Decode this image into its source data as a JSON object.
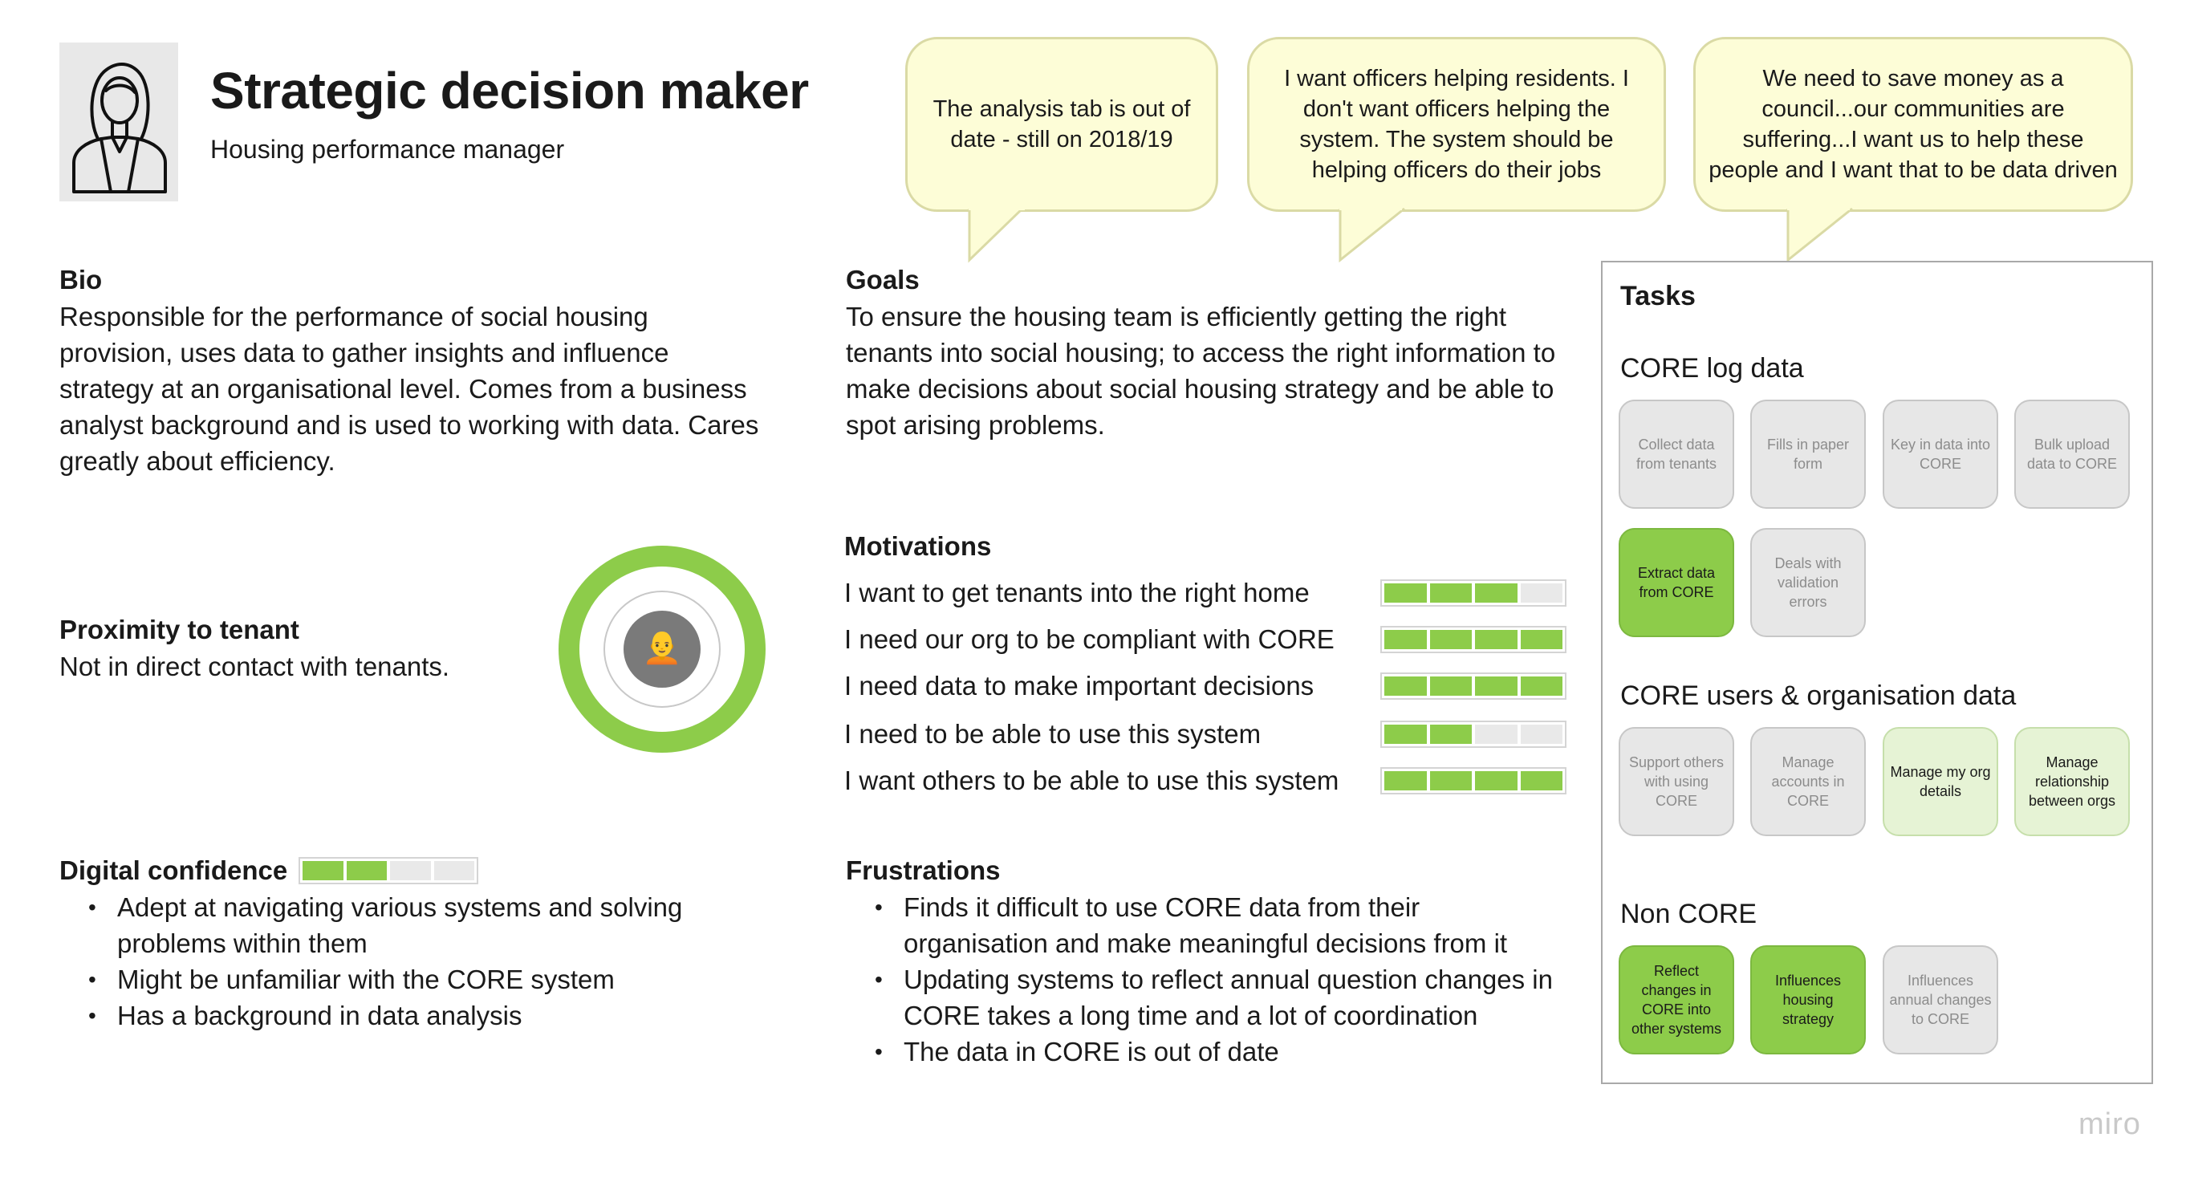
{
  "persona": {
    "title": "Strategic decision maker",
    "role": "Housing performance manager",
    "avatar_icon": "woman-avatar-icon"
  },
  "bubbles": [
    {
      "text": "The analysis tab is out of date - still on 2018/19"
    },
    {
      "text": "I want officers helping residents. I don't want officers helping the system. The system should be helping officers do their jobs"
    },
    {
      "text": "We need to save money as a council...our communities are suffering...I want us to help these people and I want that to be data driven"
    }
  ],
  "bio": {
    "heading": "Bio",
    "text": "Responsible for the performance of social housing provision, uses data to gather insights and influence strategy at an organisational level. Comes from a business analyst background and is used to working with data. Cares greatly about efficiency."
  },
  "goals": {
    "heading": "Goals",
    "text": "To ensure the housing team is efficiently getting the right tenants into social housing; to access the right information to make decisions about social housing strategy and be able to spot arising problems."
  },
  "proximity": {
    "heading": "Proximity to tenant",
    "text": "Not in direct contact with tenants.",
    "center_icon": "person-emoji-icon",
    "center_glyph": "🧑‍🦲",
    "ring_color": "#8dcc4a"
  },
  "motivations": {
    "heading": "Motivations",
    "items": [
      {
        "label": "I want to get tenants into the right home",
        "level": 0.75
      },
      {
        "label": "I need our org to be compliant with CORE",
        "level": 1.0
      },
      {
        "label": "I need data to make important decisions",
        "level": 1.0
      },
      {
        "label": "I need to be able to use this system",
        "level": 0.5
      },
      {
        "label": "I want others to be able to use this system",
        "level": 1.0
      }
    ]
  },
  "digital_confidence": {
    "heading": "Digital confidence",
    "level": 0.5,
    "bullets": [
      "Adept at navigating various systems and solving problems within them",
      "Might be unfamiliar with the CORE system",
      "Has a background in data analysis"
    ]
  },
  "frustrations": {
    "heading": "Frustrations",
    "bullets": [
      "Finds it difficult to use CORE data from their organisation and make meaningful decisions from it",
      "Updating systems to reflect annual question changes in CORE takes a long time and a lot of coordination",
      "The data in CORE is out of date"
    ]
  },
  "tasks": {
    "heading": "Tasks",
    "groups": [
      {
        "title": "CORE log data",
        "cards": [
          {
            "text": "Collect data from tenants",
            "style": "grey"
          },
          {
            "text": "Fills in paper form",
            "style": "grey"
          },
          {
            "text": "Key in data into CORE",
            "style": "grey"
          },
          {
            "text": "Bulk upload data to CORE",
            "style": "grey"
          },
          {
            "text": "Extract data from CORE",
            "style": "green"
          },
          {
            "text": "Deals with validation errors",
            "style": "grey"
          }
        ]
      },
      {
        "title": "CORE users & organisation data",
        "cards": [
          {
            "text": "Support others with using CORE",
            "style": "grey"
          },
          {
            "text": "Manage accounts in CORE",
            "style": "grey"
          },
          {
            "text": "Manage my org details",
            "style": "lightgreen"
          },
          {
            "text": "Manage relationship between orgs",
            "style": "lightgreen"
          }
        ]
      },
      {
        "title": "Non CORE",
        "cards": [
          {
            "text": "Reflect changes in CORE into other systems",
            "style": "green"
          },
          {
            "text": "Influences housing strategy",
            "style": "green"
          },
          {
            "text": "Influences annual changes to CORE",
            "style": "grey"
          }
        ]
      }
    ]
  },
  "watermark": "miro",
  "colors": {
    "accent_green": "#8dcc4a",
    "bubble_fill": "#fdfdd7",
    "bubble_border": "#dadaa5",
    "card_grey": "#e7e7e7",
    "card_lightgreen": "#e6f3d5"
  }
}
